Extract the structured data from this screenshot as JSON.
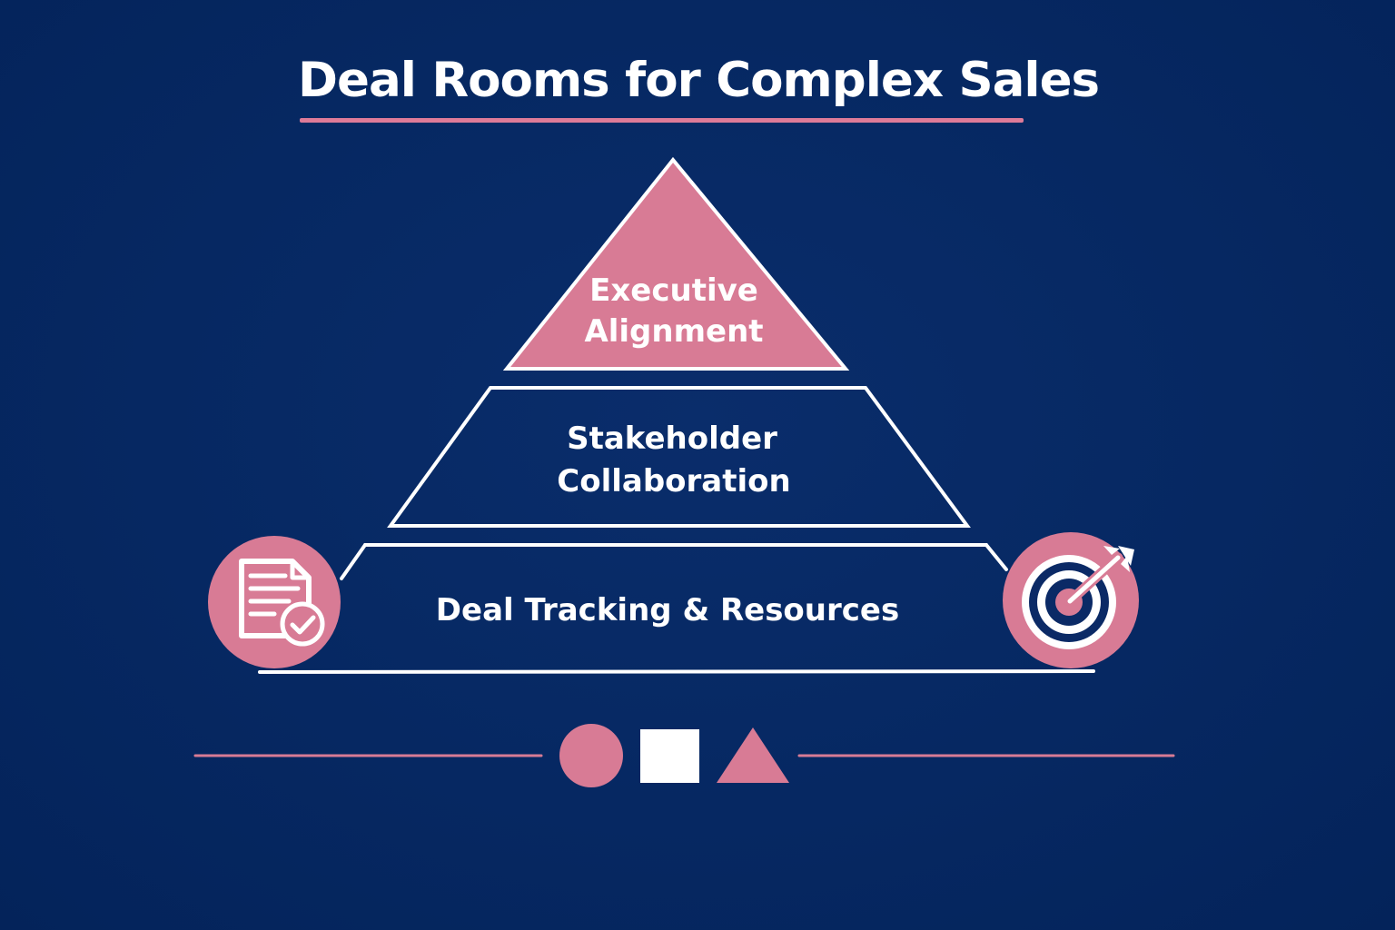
{
  "title": "Deal Rooms for Complex Sales",
  "colors": {
    "background": "#062862",
    "accent_pink": "#d87b95",
    "outline_white": "#ffffff",
    "icon_navy": "#0b2a66"
  },
  "pyramid": {
    "top": {
      "line1": "Executive",
      "line2": "Alignment"
    },
    "middle": {
      "line1": "Stakeholder",
      "line2": "Collaboration"
    },
    "bottom": {
      "line1": "Deal Tracking & Resources"
    }
  },
  "icons": {
    "left": "document-check-icon",
    "right": "target-arrow-icon"
  },
  "footer_shapes": [
    "circle",
    "square",
    "triangle"
  ]
}
